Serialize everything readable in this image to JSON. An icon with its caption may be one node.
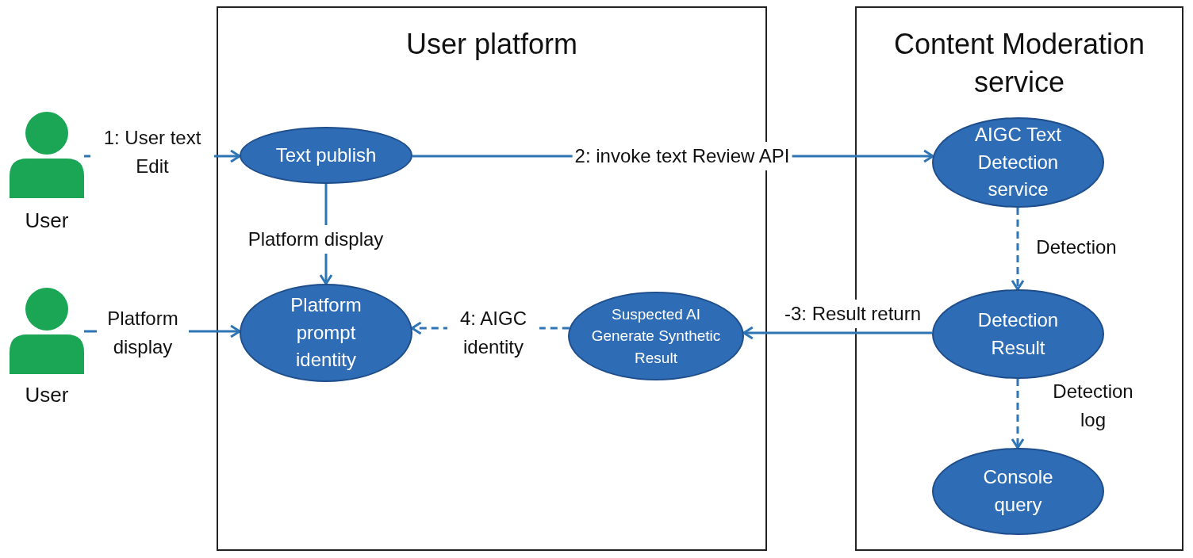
{
  "diagram": {
    "nodes": [
      {
        "text": [
          "User platform"
        ]
      },
      {
        "text": [
          "Content Moderation service"
        ]
      },
      {
        "text": [],
        "shape": "person",
        "beside": [
          "User"
        ]
      },
      {
        "text": [],
        "shape": "person",
        "beside": [
          "User"
        ]
      },
      {
        "text": [
          "Text publish"
        ],
        "in": 0
      },
      {
        "text": [
          "Platform prompt identity"
        ],
        "in": 0
      },
      {
        "text": [
          "Suspected AI Generate Synthetic Result"
        ],
        "in": 0
      },
      {
        "text": [
          "AIGC Text Detection service"
        ],
        "in": 1
      },
      {
        "text": [
          "Detection Result"
        ],
        "in": 1
      },
      {
        "text": [
          "Console query"
        ],
        "in": 1
      }
    ],
    "edges": [
      {
        "from": 2,
        "to": 4,
        "arrow": "to",
        "label": "1: User text Edit"
      },
      {
        "from": 4,
        "to": 7,
        "arrow": "to",
        "label": "2: invoke text Review API"
      },
      {
        "from": 7,
        "to": 8,
        "arrow": "to",
        "label": "Detection",
        "style": "dashed"
      },
      {
        "from": 8,
        "to": 6,
        "arrow": "to",
        "label": "-3: Result return"
      },
      {
        "from": 6,
        "to": 5,
        "arrow": "to",
        "label": "4: AIGC identity",
        "style": "dashed"
      },
      {
        "from": 4,
        "to": 5,
        "arrow": "to",
        "label": "Platform display"
      },
      {
        "from": 3,
        "to": 5,
        "arrow": "to",
        "label": "Platform display"
      },
      {
        "from": 8,
        "to": 9,
        "arrow": "to",
        "label": "Detection log",
        "style": "dashed"
      }
    ]
  }
}
